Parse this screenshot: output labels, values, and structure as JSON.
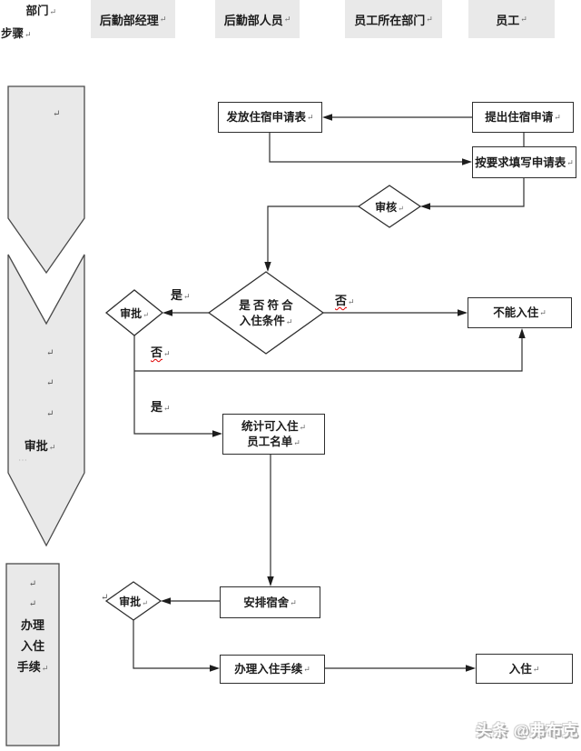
{
  "marks": {
    "pilcrow": "↵",
    "ellipsis": "⋯"
  },
  "header": {
    "corner_top": "部门",
    "corner_bottom": "步骤",
    "columns": [
      {
        "label": "后勤部经理"
      },
      {
        "label": "后勤部人员"
      },
      {
        "label": "员工所在部门"
      },
      {
        "label": "员工"
      }
    ]
  },
  "left_rail": {
    "approval_label": "审批",
    "procedure_lines": [
      "办理",
      "入住",
      "手续"
    ]
  },
  "flow": {
    "issue_form": "发放住宿申请表",
    "submit_request": "提出住宿申请",
    "fill_form": "按要求填写申请表",
    "review": "审核",
    "condition_line1": "是 否 符 合",
    "condition_line2": "入住条件",
    "approval1": "审批",
    "cannot_checkin": "不能入住",
    "stat_line1": "统计可入住",
    "stat_line2": "员工名单",
    "arrange_dorm": "安排宿舍",
    "approval2": "审批",
    "checkin_procedure": "办理入住手续",
    "checkin": "入住",
    "label_yes": "是",
    "label_no": "否"
  },
  "watermark": "头条 @弗布克",
  "colors": {
    "shape_fill": "#e9e9e9",
    "line": "#2e2e2e",
    "squiggle": "#e10000"
  }
}
